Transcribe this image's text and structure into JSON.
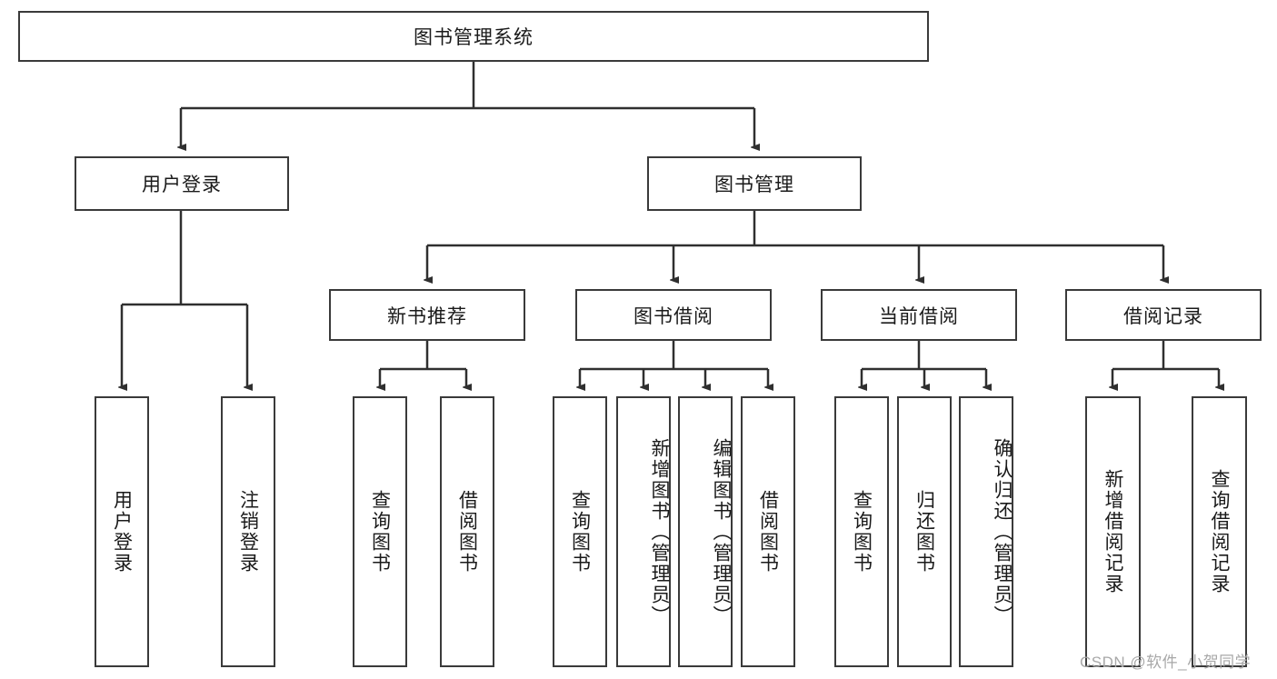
{
  "diagram": {
    "title": "图书管理系统",
    "type": "tree-hierarchy",
    "watermark": "CSDN @软件_小贺同学",
    "colors": {
      "box_border": "#3a3a3a",
      "box_fill": "#ffffff",
      "connector": "#2f2f2f",
      "text": "#1a1a1a",
      "watermark": "#a8a8a8"
    },
    "root": {
      "label": "图书管理系统"
    },
    "level2": [
      {
        "label": "用户登录"
      },
      {
        "label": "图书管理"
      }
    ],
    "level3": [
      {
        "label": "新书推荐"
      },
      {
        "label": "图书借阅"
      },
      {
        "label": "当前借阅"
      },
      {
        "label": "借阅记录"
      }
    ],
    "leaves": {
      "user_login": [
        {
          "label": "用户登录"
        },
        {
          "label": "注销登录"
        }
      ],
      "new_book_rec": [
        {
          "label": "查询图书"
        },
        {
          "label": "借阅图书"
        }
      ],
      "book_borrow": [
        {
          "label": "查询图书"
        },
        {
          "label": "新增图书（管理员）"
        },
        {
          "label": "编辑图书（管理员）"
        },
        {
          "label": "借阅图书"
        }
      ],
      "current_borrow": [
        {
          "label": "查询图书"
        },
        {
          "label": "归还图书"
        },
        {
          "label": "确认归还（管理员）"
        }
      ],
      "borrow_record": [
        {
          "label": "新增借阅记录"
        },
        {
          "label": "查询借阅记录"
        }
      ]
    }
  }
}
